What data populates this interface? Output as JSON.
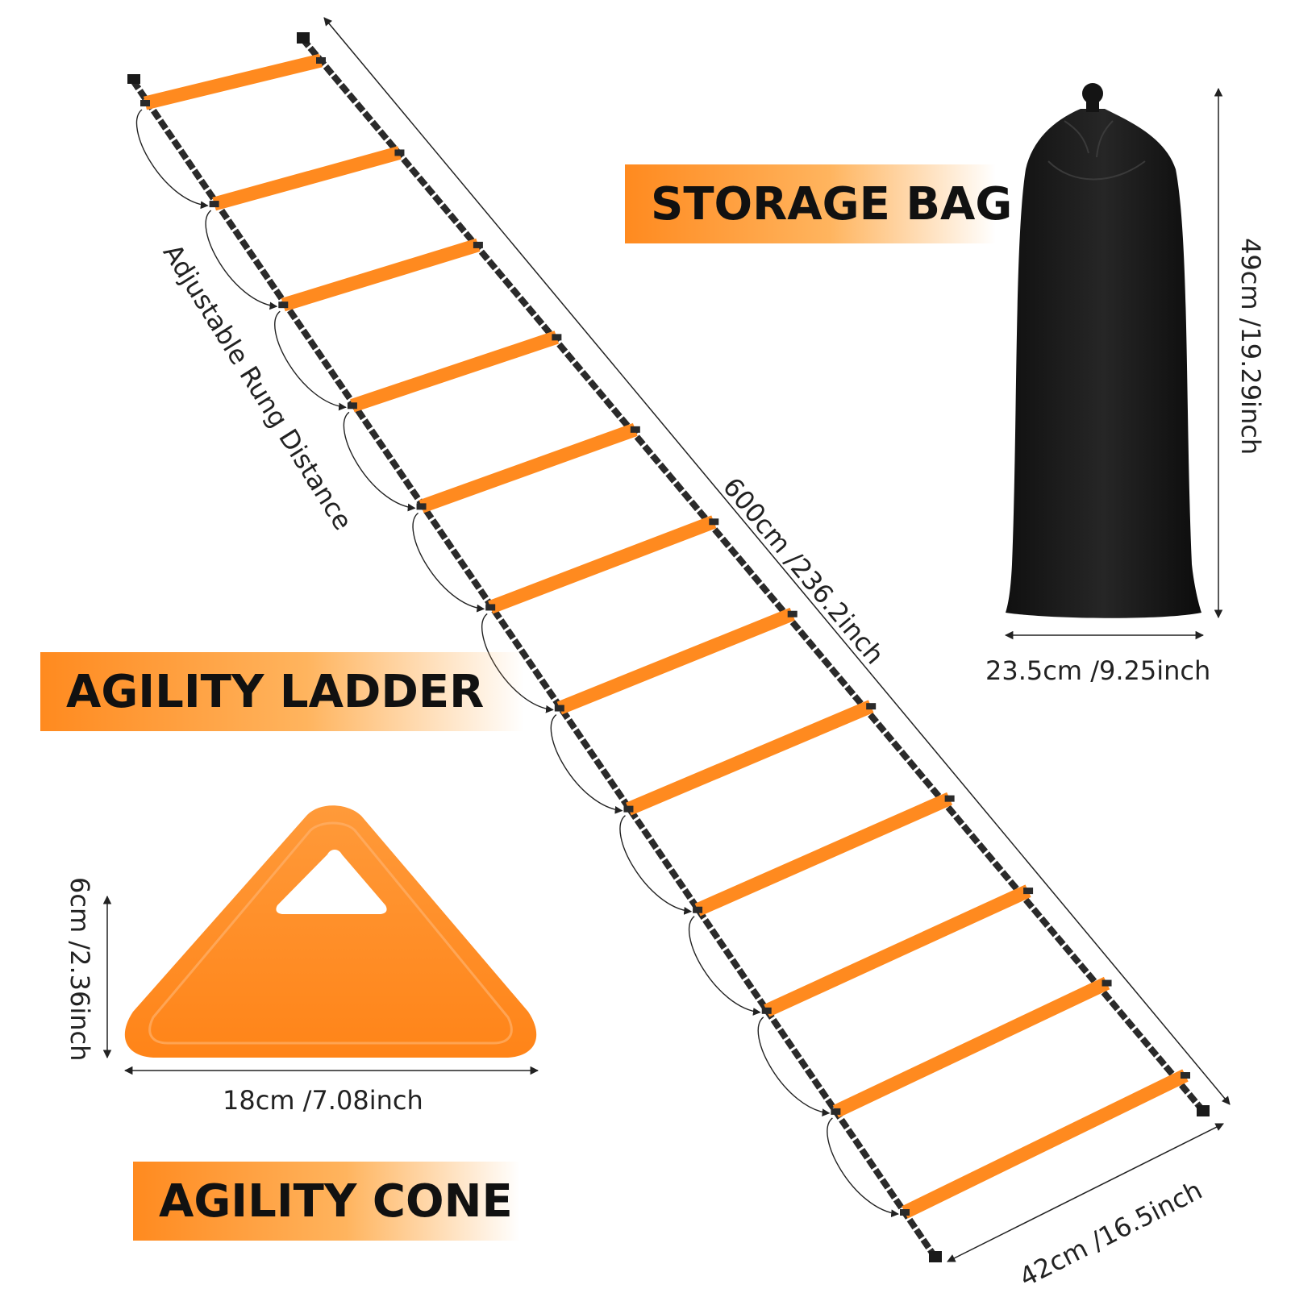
{
  "labels": {
    "storage_bag": "STORAGE BAG",
    "agility_ladder": "AGILITY LADDER",
    "agility_cone": "AGILITY CONE"
  },
  "dimensions": {
    "ladder_length": "600cm /236.2inch",
    "ladder_width": "42cm /16.5inch",
    "rung_distance": "Adjustable Rung Distance",
    "bag_height": "49cm /19.29inch",
    "bag_width": "23.5cm /9.25inch",
    "cone_height": "6cm /2.36inch",
    "cone_width": "18cm /7.08inch"
  },
  "colors": {
    "orange": "#ff8a1f",
    "strap": "#2a2a2a",
    "bag": "#1a1a1a"
  },
  "ladder": {
    "rung_count": 12
  }
}
